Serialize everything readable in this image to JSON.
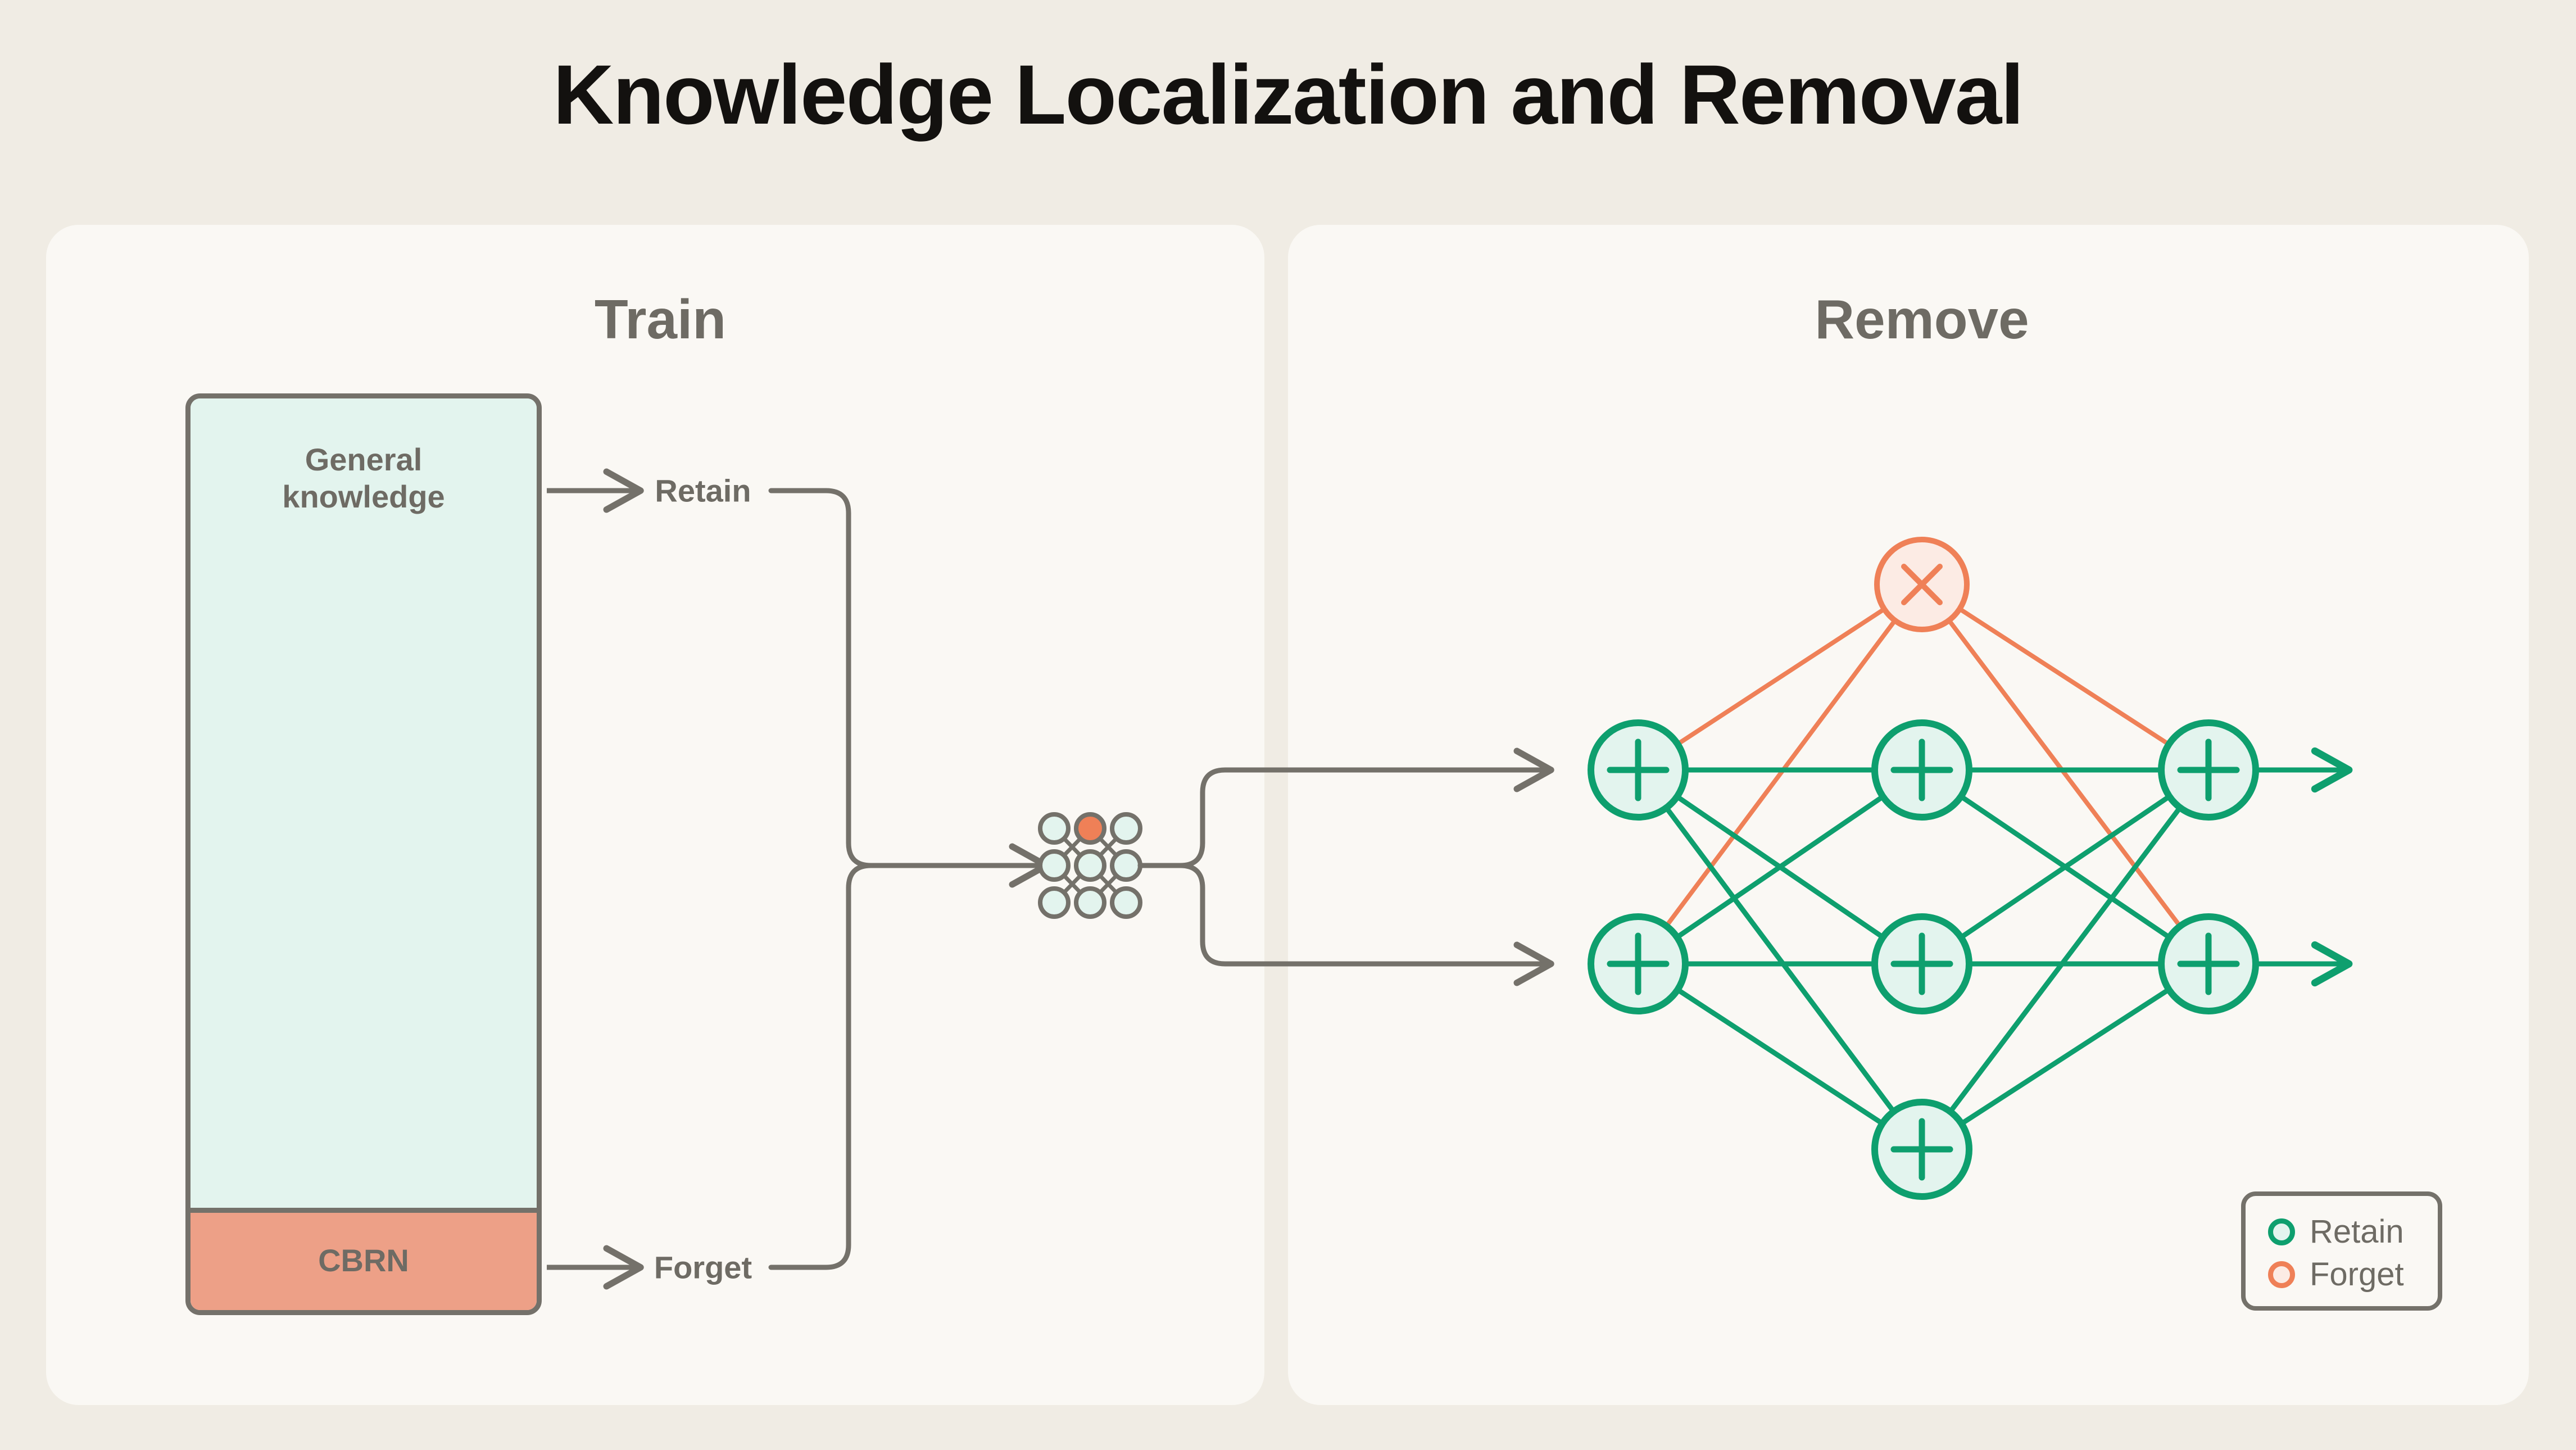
{
  "page": {
    "title": "Knowledge Localization and Removal",
    "background_color": "#f0ece4",
    "panel_color": "#faf8f4"
  },
  "colors": {
    "retain_green": "#0e9f6e",
    "retain_fill": "#e3f4ee",
    "forget_orange": "#ef8057",
    "forget_fill": "#fcebe4",
    "cbrn_fill": "#eda087",
    "line_gray": "#74716a",
    "text_gray": "#6e6b64",
    "title_black": "#13110f"
  },
  "panels": {
    "train": {
      "header": "Train",
      "knowledge_stack": {
        "general_label": "General\nknowledge",
        "general_label_line1": "General",
        "general_label_line2": "knowledge",
        "cbrn_label": "CBRN"
      },
      "flow_labels": {
        "retain": "Retain",
        "forget": "Forget"
      },
      "grid_icon": {
        "name": "neuron-grid-icon",
        "rows": 3,
        "cols": 3,
        "highlighted_cell": {
          "row": 0,
          "col": 1,
          "color": "#ef8057"
        },
        "default_cell_color": "#e3f4ee"
      }
    },
    "remove": {
      "header": "Remove",
      "network": {
        "layers": 3,
        "retain_nodes": 7,
        "forget_nodes": 1,
        "node_glyph_retain": "plus",
        "node_glyph_forget": "cross",
        "inputs": 2,
        "outputs": 2
      },
      "legend": {
        "items": [
          {
            "label": "Retain",
            "color": "#0e9f6e",
            "fill": "#e3f4ee"
          },
          {
            "label": "Forget",
            "color": "#ef8057",
            "fill": "#fcebe4"
          }
        ]
      }
    }
  }
}
